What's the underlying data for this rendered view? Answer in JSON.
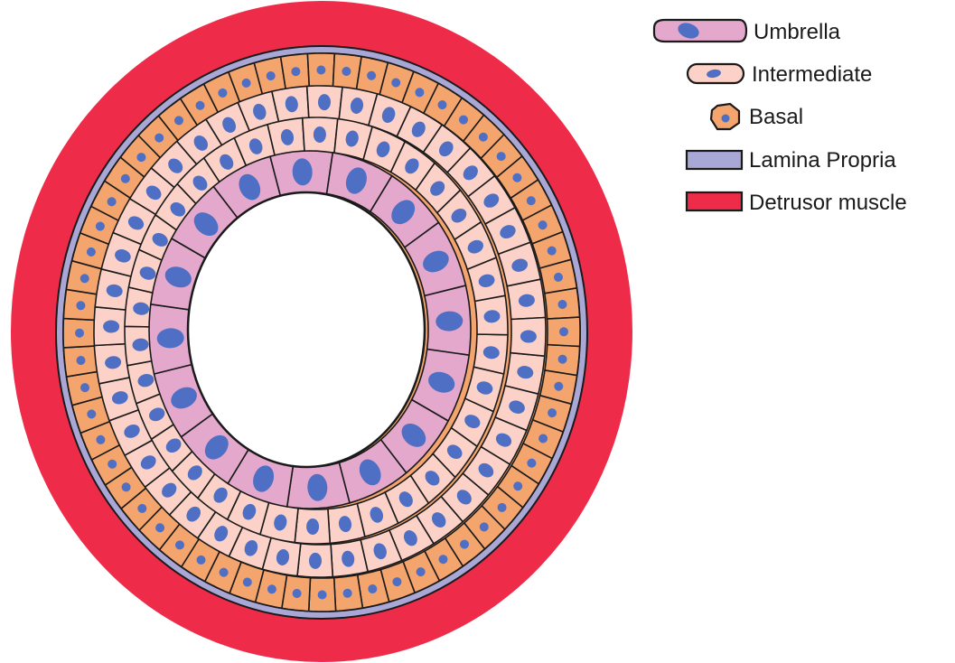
{
  "diagram": {
    "colors": {
      "detrusor_muscle": "#ee2c4a",
      "lamina_propria": "#a9a7d6",
      "basal_cell": "#f4a56d",
      "intermediate_cell": "#fcd2c8",
      "umbrella_cell": "#e3a8cc",
      "nucleus": "#4f6fc4",
      "outline": "#1a1a1a",
      "lumen": "#ffffff"
    },
    "layers": [
      {
        "id": "detrusor",
        "name": "Detrusor muscle"
      },
      {
        "id": "lamina",
        "name": "Lamina Propria"
      },
      {
        "id": "basal",
        "name": "Basal"
      },
      {
        "id": "intermediate",
        "name": "Intermediate"
      },
      {
        "id": "umbrella",
        "name": "Umbrella"
      }
    ]
  },
  "legend": {
    "items": [
      {
        "label": "Umbrella",
        "icon": "umbrella-cell-icon"
      },
      {
        "label": "Intermediate",
        "icon": "intermediate-cell-icon"
      },
      {
        "label": "Basal",
        "icon": "basal-cell-icon"
      },
      {
        "label": "Lamina Propria",
        "icon": "lamina-propria-swatch"
      },
      {
        "label": "Detrusor muscle",
        "icon": "detrusor-muscle-swatch"
      }
    ]
  }
}
